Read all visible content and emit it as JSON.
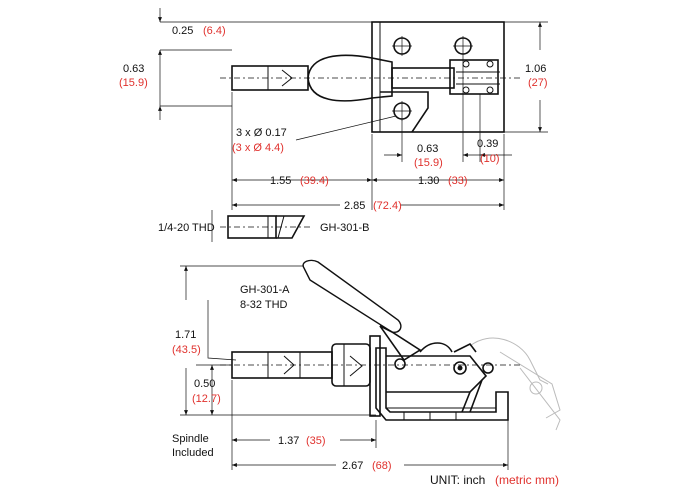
{
  "dimensions": {
    "top_offset": {
      "inch": "0.25",
      "mm": "(6.4)"
    },
    "top_height": {
      "inch": "0.63",
      "mm": "(15.9)"
    },
    "base_height": {
      "inch": "1.06",
      "mm": "(27)"
    },
    "holes": {
      "inch": "3 x Ø 0.17",
      "mm": "(3 x Ø 4.4)"
    },
    "hole_spacing": {
      "inch": "0.63",
      "mm": "(15.9)"
    },
    "slot_width": {
      "inch": "0.39",
      "mm": "(10)"
    },
    "plunger_len": {
      "inch": "1.55",
      "mm": "(39.4)"
    },
    "base_len": {
      "inch": "1.30",
      "mm": "(33)"
    },
    "total_top": {
      "inch": "2.85",
      "mm": "(72.4)"
    },
    "side_height": {
      "inch": "1.71",
      "mm": "(43.5)"
    },
    "spindle_height": {
      "inch": "0.50",
      "mm": "(12.7)"
    },
    "front_len": {
      "inch": "1.37",
      "mm": "(35)"
    },
    "total_side": {
      "inch": "2.67",
      "mm": "(68)"
    }
  },
  "labels": {
    "thread_b": "1/4-20 THD",
    "model_b": "GH-301-B",
    "model_a": "GH-301-A",
    "thread_a": "8-32 THD",
    "spindle_1": "Spindle",
    "spindle_2": "Included",
    "unit_prefix": "UNIT: inch",
    "unit_metric": "(metric mm)"
  },
  "colors": {
    "metric": "#e0312d",
    "line": "#111111"
  }
}
